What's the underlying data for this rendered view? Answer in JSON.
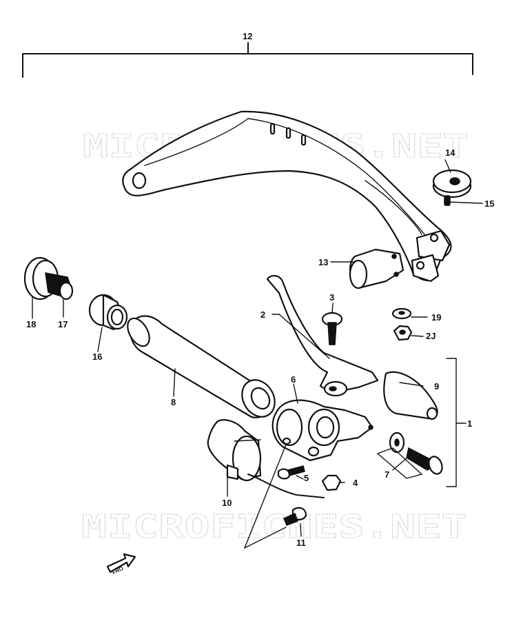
{
  "watermark": "MICROFICHES.NET",
  "callouts": {
    "c1": "1",
    "c2": "2",
    "c3": "3",
    "c4": "4",
    "c5": "5",
    "c6": "6",
    "c7": "7",
    "c8": "8",
    "c9": "9",
    "c10": "10",
    "c11": "11",
    "c12": "12",
    "c13": "13",
    "c14": "14",
    "c15": "15",
    "c16": "16",
    "c17": "17",
    "c18": "18",
    "c19": "19",
    "c20": "2J"
  },
  "front_arrow_label": "FRO"
}
